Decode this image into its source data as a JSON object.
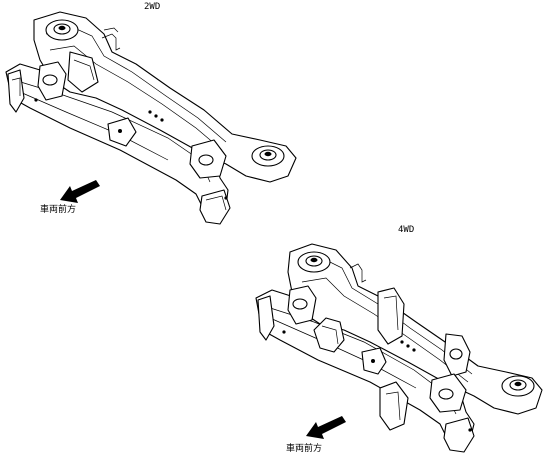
{
  "figures": [
    {
      "variant": "2WD",
      "direction_label": "車両前方"
    },
    {
      "variant": "4WD",
      "direction_label": "車両前方"
    }
  ]
}
